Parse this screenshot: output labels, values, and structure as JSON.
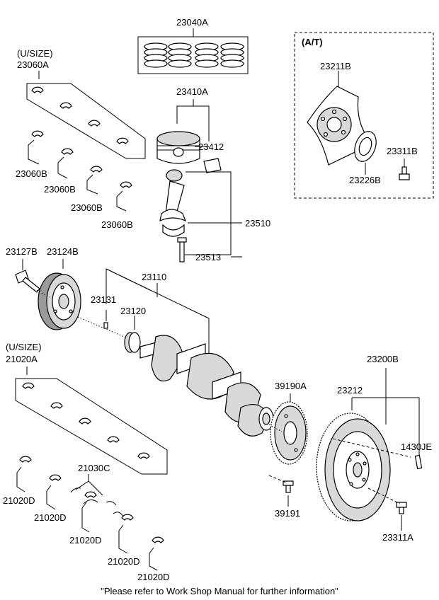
{
  "labels": {
    "p23040A": "23040A",
    "usize_top": "(U/SIZE)",
    "p23060A": "23060A",
    "p23410A": "23410A",
    "p23412": "23412",
    "p23060B_1": "23060B",
    "p23060B_2": "23060B",
    "p23060B_3": "23060B",
    "p23060B_4": "23060B",
    "p23510": "23510",
    "p23513": "23513",
    "at_title": "(A/T)",
    "p23211B": "23211B",
    "p23311B": "23311B",
    "p23226B": "23226B",
    "p23127B": "23127B",
    "p23124B": "23124B",
    "p23110": "23110",
    "p23131": "23131",
    "p23120": "23120",
    "usize_bottom": "(U/SIZE)",
    "p21020A": "21020A",
    "p23200B": "23200B",
    "p39190A": "39190A",
    "p23212": "23212",
    "p1430JE": "1430JE",
    "p21030C": "21030C",
    "p21020D_1": "21020D",
    "p21020D_2": "21020D",
    "p21020D_3": "21020D",
    "p21020D_4": "21020D",
    "p21020D_5": "21020D",
    "p39191": "39191",
    "p23311A": "23311A"
  },
  "footer": {
    "note": "\"Please refer to Work Shop Manual for further information\""
  }
}
